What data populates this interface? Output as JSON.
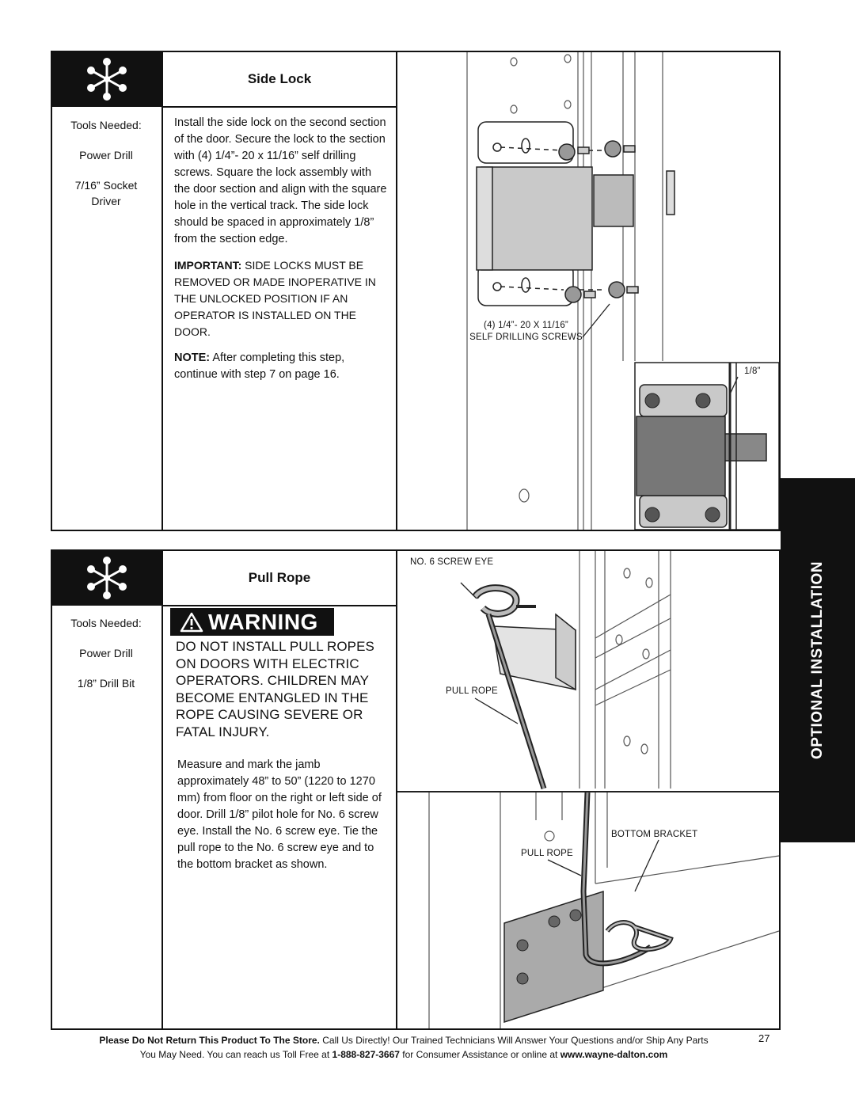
{
  "side_lock": {
    "title": "Side Lock",
    "tools_heading": "Tools Needed:",
    "tools": [
      "Power Drill",
      "7/16” Socket",
      "Driver"
    ],
    "instructions": "Install the side lock on the second section of the door. Secure the lock to the section with (4) 1/4”- 20 x 11/16” self drilling screws. Square the lock assembly with the door section and align with the square hole in the vertical track. The side lock should be spaced in approximately 1/8” from the section edge.",
    "important_label": "IMPORTANT:",
    "important_text": " SIDE LOCKS MUST BE REMOVED OR MADE INOPERATIVE IN THE UNLOCKED POSITION IF AN OPERATOR IS INSTALLED ON THE DOOR.",
    "note_label": "NOTE:",
    "note_text": " After completing this step, continue with step 7 on page 16.",
    "callout_screws_line1": "(4) 1/4”- 20 X 11/16”",
    "callout_screws_line2": "SELF DRILLING SCREWS",
    "callout_gap": "1/8”"
  },
  "pull_rope": {
    "title": "Pull Rope",
    "tools_heading": "Tools Needed:",
    "tools": [
      "Power Drill",
      "1/8” Drill Bit"
    ],
    "warning_label": "WARNING",
    "warning_text": "DO NOT INSTALL PULL ROPES ON DOORS WITH ELECTRIC OPERATORS. CHILDREN MAY BECOME ENTANGLED IN THE ROPE CAUSING SEVERE OR FATAL INJURY.",
    "instructions": "Measure and mark the jamb approximately 48” to 50” (1220 to 1270 mm) from floor on the right or left side of door. Drill 1/8” pilot hole for No. 6 screw eye. Install the No. 6 screw eye. Tie the pull rope to the No. 6 screw eye and to the bottom bracket as shown.",
    "callout_screw_eye": "NO. 6 SCREW EYE",
    "callout_pull_rope_top": "PULL ROPE",
    "callout_bottom_bracket": "BOTTOM BRACKET",
    "callout_pull_rope_bottom": "PULL ROPE"
  },
  "side_tab": "OPTIONAL INSTALLATION",
  "footer": {
    "line1_bold": "Please Do Not Return This Product To The Store.",
    "line1_rest": " Call Us Directly! Our Trained Technicians Will Answer Your Questions and/or Ship Any Parts",
    "line2_start": "You May Need. You can reach us Toll Free at ",
    "phone": "1-888-827-3667",
    "line2_mid": " for Consumer Assistance or online at ",
    "website": "www.wayne-dalton.com"
  },
  "page_number": "27"
}
